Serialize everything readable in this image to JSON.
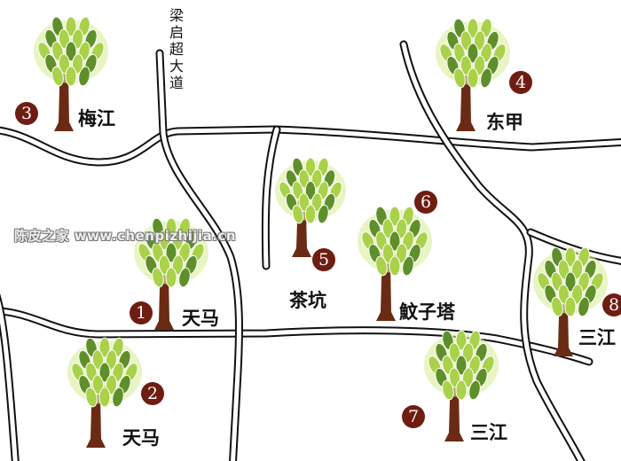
{
  "road_label": "梁启超大道",
  "watermark": "陈皮之家 www.chenpizhijia.cn",
  "colors": {
    "badge": "#6e1d12",
    "trunk": "#6b2a14",
    "leaf_light": "#a9d14a",
    "leaf_dark": "#5f8f2a"
  },
  "regions": [
    {
      "number": "1",
      "name": "天马"
    },
    {
      "number": "2",
      "name": "天马"
    },
    {
      "number": "3",
      "name": "梅江"
    },
    {
      "number": "4",
      "name": "东甲"
    },
    {
      "number": "5",
      "name": "茶坑"
    },
    {
      "number": "6",
      "name": "魰子塔"
    },
    {
      "number": "7",
      "name": "三江"
    },
    {
      "number": "8",
      "name": "三江"
    }
  ]
}
